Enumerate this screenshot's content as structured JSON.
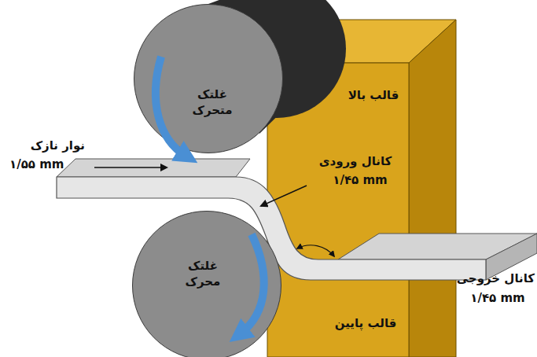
{
  "diagram": {
    "nodes": [
      {
        "text": [
          "غلتک متحرک"
        ]
      },
      {
        "text": [
          "قالب بالا"
        ]
      },
      {
        "text": [
          "غلتک محرک"
        ]
      },
      {
        "text": [
          "قالب پایین"
        ]
      }
    ],
    "labels": [
      "نوار نازک",
      "۱/۵۵ mm",
      "کانال ورودی",
      "۱/۴۵ mm",
      "کانال خروجی",
      "۱/۴۵ mm"
    ]
  }
}
